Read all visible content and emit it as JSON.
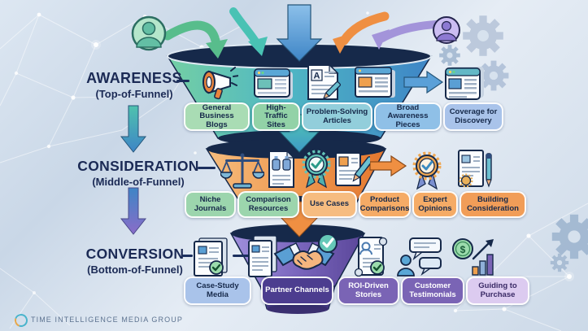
{
  "brand": {
    "name": "TIME INTELLIGENCE MEDIA GROUP",
    "logo_icon": "ring-logo-icon"
  },
  "decor_icons": [
    "user-avatar-green-icon",
    "user-avatar-purple-icon",
    "gear-icon",
    "constellation-network",
    "sparkle-dot"
  ],
  "colors": {
    "background": "#d6e1ee",
    "label_text": "#1b2a55",
    "funnel_rim": "#16294a",
    "tier_awareness": [
      "#74cfa4",
      "#4fb7c4",
      "#3e85c6"
    ],
    "tier_consideration": [
      "#f6bd7e",
      "#ef9950",
      "#e4772e"
    ],
    "tier_conversion": [
      "#a090dc",
      "#7a66bd",
      "#5a4699"
    ],
    "arrow_green": "#58bd8c",
    "arrow_teal": "#49c2b4",
    "arrow_blue": "#3e85c6",
    "arrow_orange": "#ef8f42",
    "arrow_purple": "#a394da"
  },
  "funnel": {
    "stages": [
      {
        "label": "AWARENESS",
        "sublabel": "(Top-of-Funnel)",
        "icons": [
          "megaphone-icon",
          "browser-window-icon",
          "article-a-pencil-icon",
          "image-article-icon",
          "arrow-right-icon",
          "coverage-browser-icon"
        ],
        "items": [
          {
            "label": "General Business Blogs",
            "bg": "#a9dcb4",
            "fg": "#16294a"
          },
          {
            "label": "High-Traffic Sites",
            "bg": "#92d2a7",
            "fg": "#16294a"
          },
          {
            "label": "Problem-Solving Articles",
            "bg": "#92cedb",
            "fg": "#16294a"
          },
          {
            "label": "Broad Awareness Pieces",
            "bg": "#8fc0e7",
            "fg": "#16294a"
          },
          {
            "label": "Coverage for Discovery",
            "bg": "#a9c3ea",
            "fg": "#16294a"
          }
        ]
      },
      {
        "label": "CONSIDERATION",
        "sublabel": "(Middle-of-Funnel)",
        "icons": [
          "scales-icon",
          "comparison-doc-icon",
          "badge-check-icon",
          "write-doc-icon",
          "arrow-right-icon",
          "expert-badge-icon",
          "building-doc-icon"
        ],
        "items": [
          {
            "label": "Niche Journals",
            "bg": "#9cd5ad",
            "fg": "#16294a"
          },
          {
            "label": "Comparison Resources",
            "bg": "#9cd5ad",
            "fg": "#16294a"
          },
          {
            "label": "Use Cases",
            "bg": "#f6bc80",
            "fg": "#16294a"
          },
          {
            "label": "Product Comparisons",
            "bg": "#f5ab66",
            "fg": "#16294a"
          },
          {
            "label": "Expert Opinions",
            "bg": "#f5ab66",
            "fg": "#16294a"
          },
          {
            "label": "Building Consideration",
            "bg": "#f19d58",
            "fg": "#16294a"
          }
        ]
      },
      {
        "label": "CONVERSION",
        "sublabel": "(Bottom-of-Funnel)",
        "icons": [
          "case-study-doc-icon",
          "contract-doc-icon",
          "handshake-icon",
          "check-circle-icon",
          "roi-scroll-icon",
          "testimonials-icon",
          "growth-chart-icon"
        ],
        "items": [
          {
            "label": "Case-Study Media",
            "bg": "#a9c3ea",
            "fg": "#16294a"
          },
          {
            "label": "Partner Channels",
            "bg": "#4c3d8f",
            "fg": "#ffffff"
          },
          {
            "label": "ROI-Driven Stories",
            "bg": "#7a64b5",
            "fg": "#ffffff"
          },
          {
            "label": "Customer Testimonials",
            "bg": "#7a64b5",
            "fg": "#ffffff"
          },
          {
            "label": "Guiding to Purchase",
            "bg": "#dccbf0",
            "fg": "#3a2a66"
          }
        ]
      }
    ]
  }
}
